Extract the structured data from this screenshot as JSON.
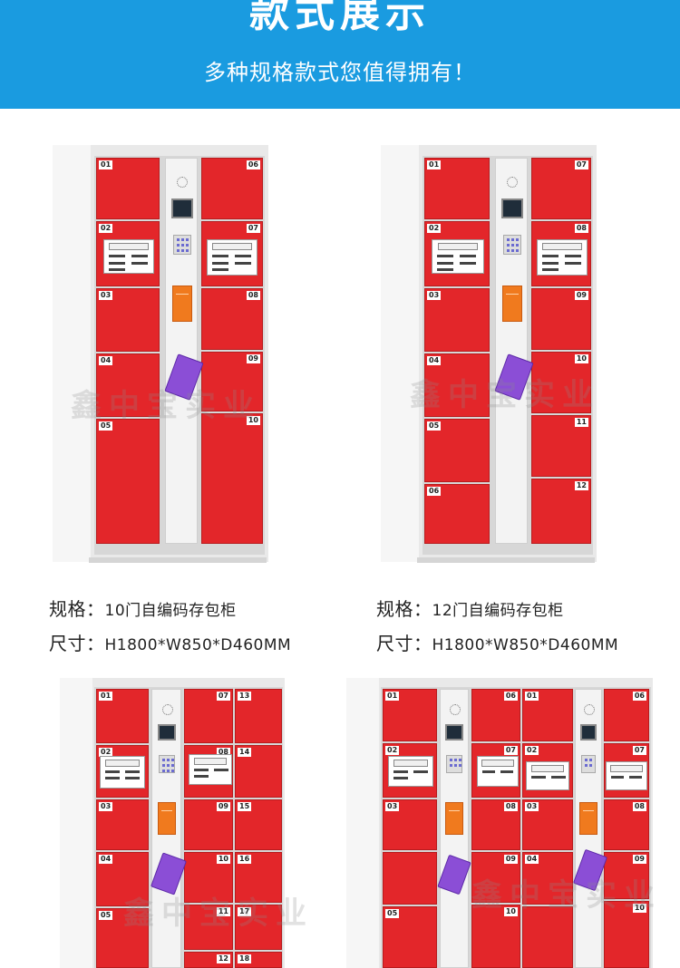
{
  "banner": {
    "title": "款式展示",
    "subtitle": "多种规格款式您值得拥有！"
  },
  "watermark": "鑫中宝实业",
  "products": [
    {
      "spec_label": "规格：",
      "spec_value": "10门自编码存包柜",
      "size_label": "尺寸：",
      "size_value": "H1800*W850*D460MM"
    },
    {
      "spec_label": "规格：",
      "spec_value": "12门自编码存包柜",
      "size_label": "尺寸：",
      "size_value": "H1800*W850*D460MM"
    }
  ],
  "lockers": {
    "a": [
      "01",
      "02",
      "03",
      "04",
      "05",
      "06",
      "07",
      "08",
      "09",
      "10"
    ],
    "b": [
      "01",
      "02",
      "03",
      "04",
      "05",
      "06",
      "07",
      "08",
      "09",
      "10",
      "11",
      "12"
    ],
    "c": [
      "01",
      "02",
      "03",
      "04",
      "05",
      "07",
      "08",
      "09",
      "10",
      "11",
      "12",
      "13",
      "14",
      "15",
      "16",
      "17",
      "18"
    ],
    "d": [
      "01",
      "02",
      "03",
      "05",
      "06",
      "07",
      "08",
      "09",
      "10",
      "01",
      "02",
      "03",
      "04",
      "06",
      "07",
      "08",
      "09",
      "10"
    ]
  },
  "colors": {
    "banner": "#1a9be0",
    "door": "#e3262a",
    "bag": "#8b4ed6",
    "label": "#f07a1e"
  }
}
